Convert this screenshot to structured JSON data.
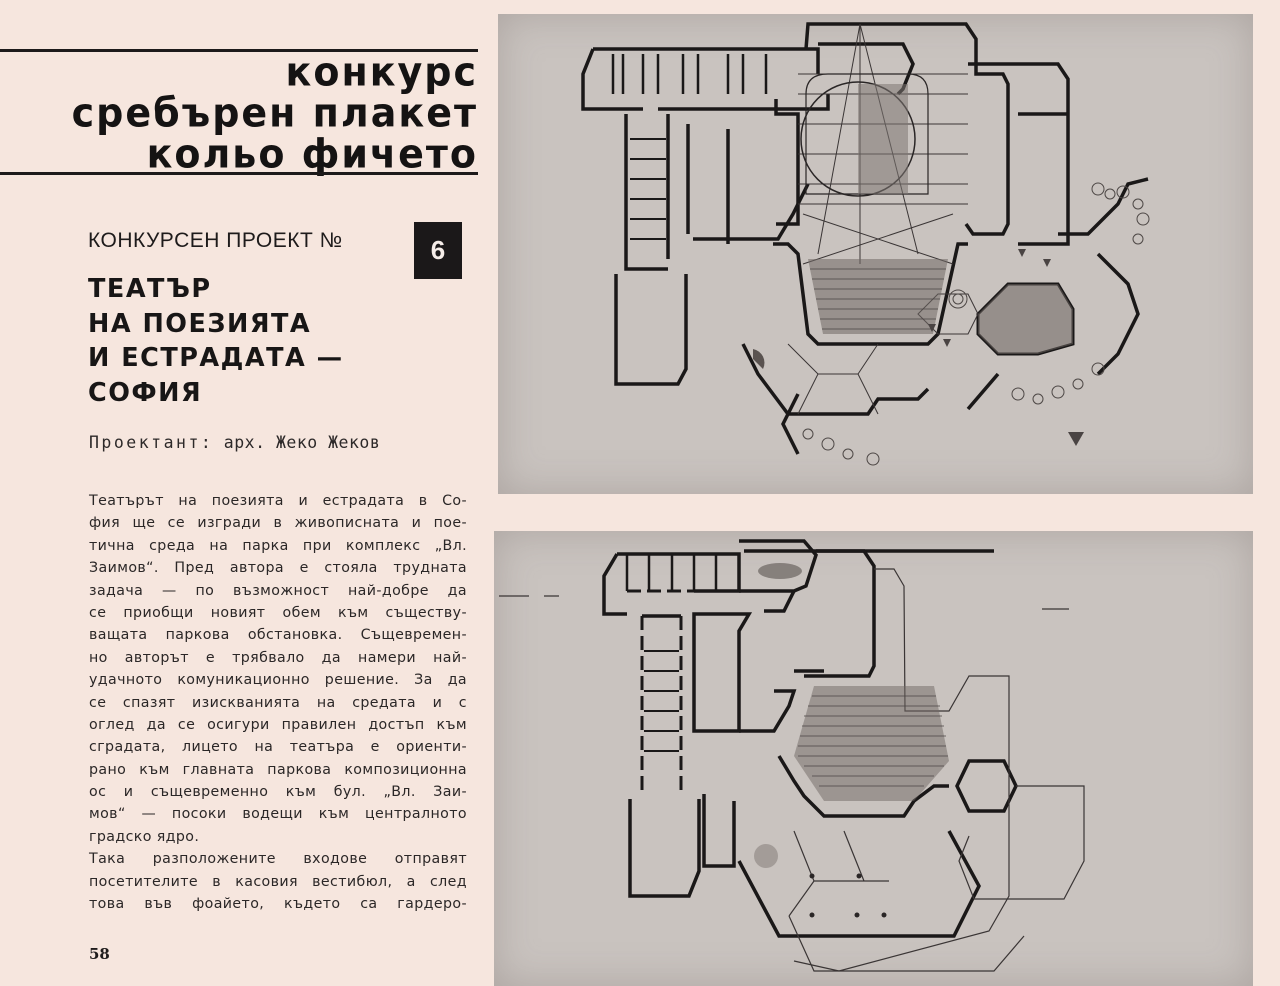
{
  "masthead": {
    "lines": [
      "конкурс",
      "сребърен плакет",
      "кольо фичето"
    ]
  },
  "project": {
    "label": "КОНКУРСЕН ПРОЕКТ №",
    "number": "6",
    "title_lines": [
      "ТЕАТЪР",
      "НА ПОЕЗИЯТА",
      "И ЕСТРАДАТА —",
      "СОФИЯ"
    ],
    "author_prefix": "Проектант:",
    "author_name": "арх. Жеко Жеков"
  },
  "body": {
    "lines": [
      "Театърът на поезията и естрадата в Со-",
      "фия ще се изгради в живописната и поe-",
      "тична среда на парка при комплекс „Вл.",
      "Заимов“. Пред автора е стояла трудната",
      "задача — по възможност най-добре да",
      "се приобщи новият обем към съществу-",
      "ващата паркова обстановка. Същевремен-",
      "но авторът е трябвало да намери най-",
      "удачното комуникационно решение. За да",
      "се спазят изискванията на средата и с",
      "оглед да се осигури правилен достъп към",
      "сградата, лицето на театъра е ориенти-",
      "рано към главната паркова композиционна",
      "ос и същевременно към бул. „Вл. Заи-",
      "мов“ — посоки водещи към централното",
      "градско ядро.",
      "Така разположените входове отправят",
      "посетителите в касовия вестибюл, а след",
      "това във фоайето, където са гардеро-"
    ],
    "last_line_indices": [
      15,
      18
    ]
  },
  "page_number": "58",
  "figures": [
    {
      "name": "ground-floor-plan",
      "description": "Floor plan with stage, hexagonal auditorium, foyer and landscaped garden courtyard"
    },
    {
      "name": "upper-floor-plan",
      "description": "Upper level plan with auditorium seating, office wing and outlined hexagonal terraces"
    }
  ],
  "colors": {
    "paper": "#f6e6de",
    "plate": "#c9c3bf",
    "ink": "#1c1a1a"
  }
}
